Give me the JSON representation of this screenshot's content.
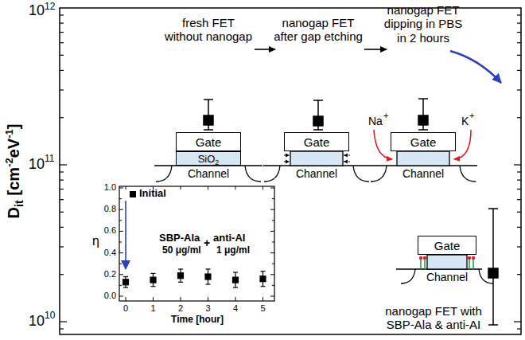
{
  "diagram": {
    "nodes": [
      {
        "text": [
          "Gate"
        ]
      },
      {
        "text": [
          "SiO",
          "2"
        ]
      },
      {
        "text": [
          "Gate"
        ]
      },
      {
        "text": [
          "Gate"
        ]
      },
      {
        "text": [
          "Gate"
        ]
      }
    ],
    "labels": [
      "fresh FET without nanogap",
      "nanogap FET after gap etching",
      "nanogap FET dipping in PBS in 2 hours",
      "Channel",
      "Channel",
      "Channel",
      "Channel",
      "Na",
      "+",
      "K",
      "+",
      "η",
      "SBP-Ala",
      "50 μg/ml",
      "+",
      "anti-AI",
      "1 μg/ml",
      "0.0",
      "0.2",
      "0.4",
      "0.6",
      "0.8",
      "1.0",
      "0",
      "1",
      "2",
      "3",
      "4",
      "5",
      "Time [hour]",
      "nanogap FET with SBP-Ala & anti-AI",
      "10",
      "12",
      "10",
      "11",
      "10",
      "10",
      "D",
      "it",
      "[cm",
      "-2",
      "eV",
      "-1",
      "]"
    ],
    "legend": [
      {
        "text": "Initial"
      }
    ]
  }
}
